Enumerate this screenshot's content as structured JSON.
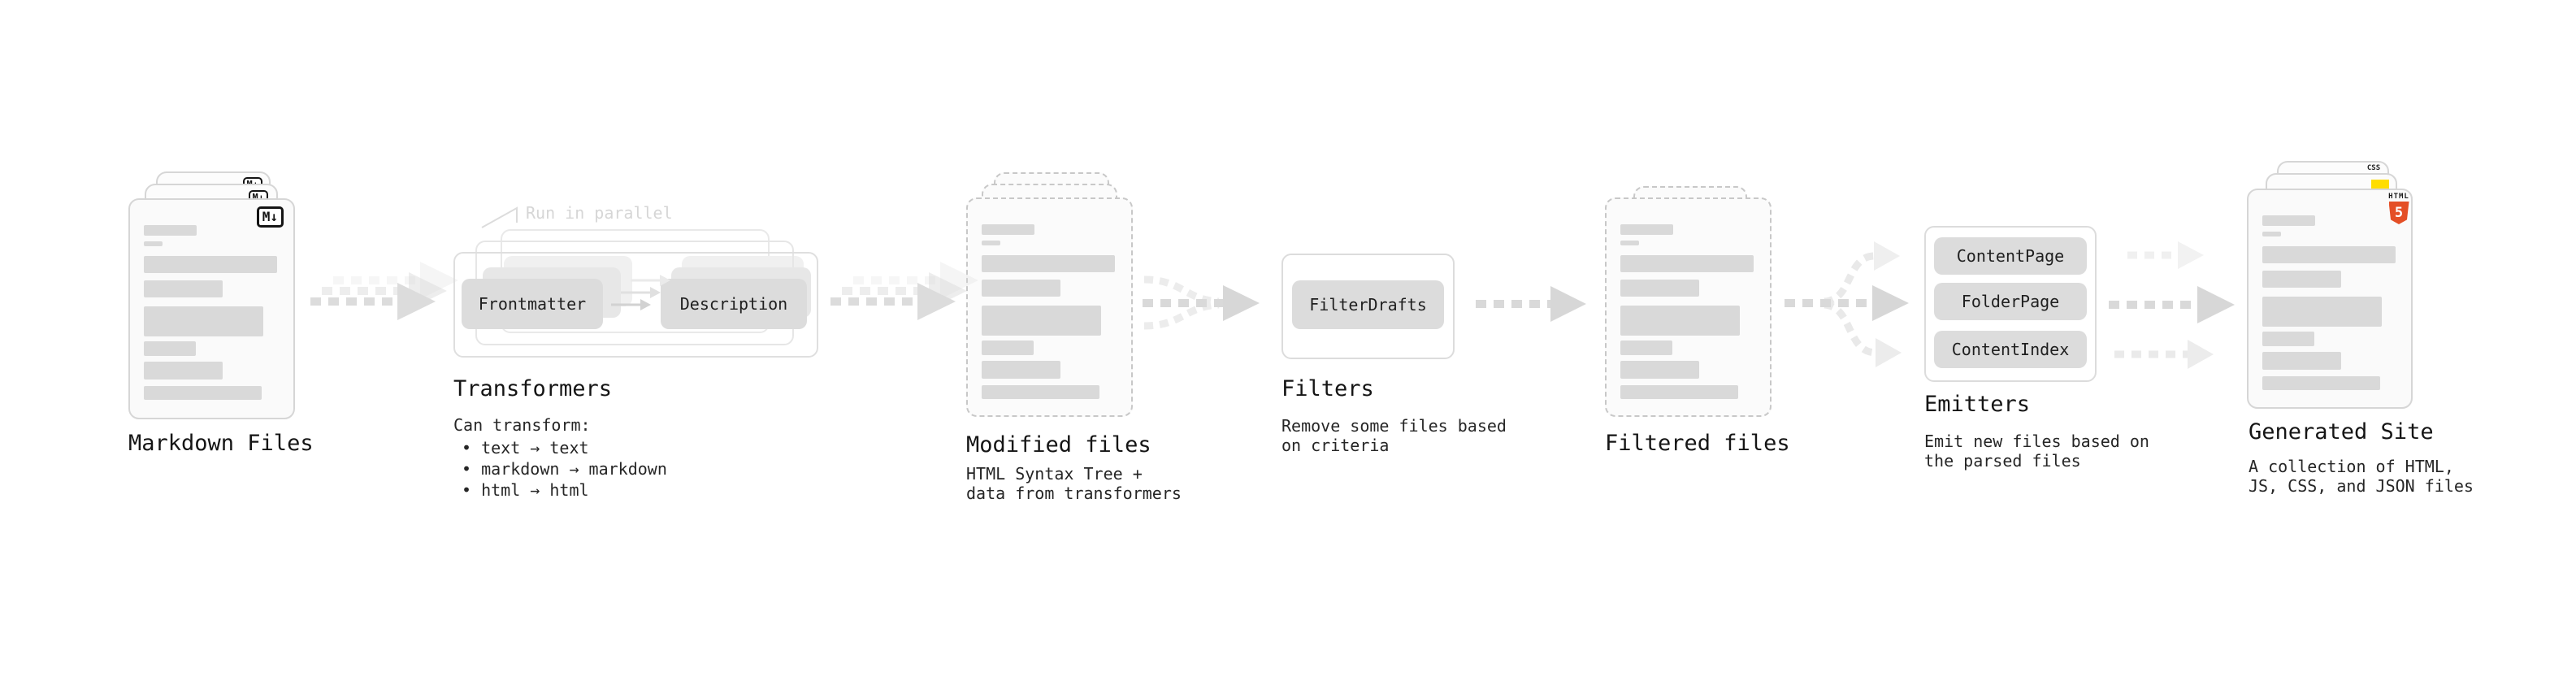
{
  "diagram": {
    "annotation": "Run in parallel",
    "stages": {
      "markdown": {
        "label": "Markdown Files"
      },
      "transformers": {
        "label": "Transformers",
        "desc_title": "Can transform:",
        "bullets": [
          "text → text",
          "markdown → markdown",
          "html → html"
        ],
        "pills": [
          "Frontmatter",
          "Description"
        ]
      },
      "modified": {
        "label": "Modified files",
        "desc": "HTML Syntax Tree +\ndata from transformers"
      },
      "filters": {
        "label": "Filters",
        "desc": "Remove some files based\non criteria",
        "pills": [
          "FilterDrafts"
        ]
      },
      "filtered": {
        "label": "Filtered files"
      },
      "emitters": {
        "label": "Emitters",
        "desc": "Emit new files based on\nthe parsed files",
        "pills": [
          "ContentPage",
          "FolderPage",
          "ContentIndex"
        ]
      },
      "generated": {
        "label": "Generated Site",
        "desc": "A collection of HTML,\nJS, CSS, and JSON files"
      }
    },
    "badges": {
      "markdown": "M↓",
      "html": "HTML",
      "html_number": "5",
      "css": "CSS"
    },
    "colors": {
      "html5_orange": "#e44f26",
      "js_yellow": "#ffdd00",
      "css_blue": "#2563eb",
      "arrow_gray": "#dcdcdc",
      "pill_gray": "#dcdcdc"
    }
  }
}
